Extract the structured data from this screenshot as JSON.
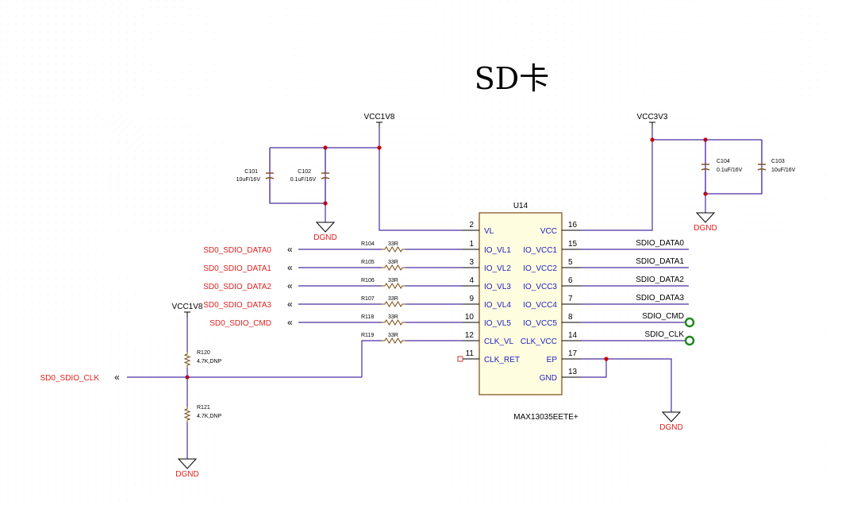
{
  "title": "SD卡",
  "colors": {
    "wire": "#4a2fa0",
    "net_label": "#e02020",
    "component": "#7a4a10",
    "pin_name": "#2020c0",
    "text": "#000000",
    "junction": "#cc0000",
    "body_fill": "#fffde0",
    "nc_pin": "#cc3333",
    "test_point": "#1f8a1f"
  },
  "power": {
    "vcc1v8_top": "VCC1V8",
    "vcc3v3": "VCC3V3",
    "vcc1v8_left": "VCC1V8",
    "dgnd_caps_left": "DGND",
    "dgnd_caps_right": "DGND",
    "dgnd_ic": "DGND",
    "dgnd_bottom": "DGND"
  },
  "capacitors": {
    "c101": {
      "ref": "C101",
      "value": "10uF/16V"
    },
    "c102": {
      "ref": "C102",
      "value": "0.1uF/16V"
    },
    "c104": {
      "ref": "C104",
      "value": "0.1uF/16V"
    },
    "c103": {
      "ref": "C103",
      "value": "10uF/16V"
    }
  },
  "series_resistors": [
    {
      "ref": "R104",
      "value": "33R",
      "net": "SD0_SDIO_DATA0"
    },
    {
      "ref": "R105",
      "value": "33R",
      "net": "SD0_SDIO_DATA1"
    },
    {
      "ref": "R106",
      "value": "33R",
      "net": "SD0_SDIO_DATA2"
    },
    {
      "ref": "R107",
      "value": "33R",
      "net": "SD0_SDIO_DATA3"
    },
    {
      "ref": "R118",
      "value": "33R",
      "net": "SD0_SDIO_CMD"
    },
    {
      "ref": "R119",
      "value": "33R",
      "net": ""
    }
  ],
  "pull_resistors": {
    "r120": {
      "ref": "R120",
      "value": "4.7K,DNP"
    },
    "r121": {
      "ref": "R121",
      "value": "4.7K,DNP"
    }
  },
  "clk_net": "SD0_SDIO_CLK",
  "ic": {
    "ref": "U14",
    "part": "MAX13035EETE+",
    "left_pins": [
      {
        "num": "2",
        "name": "VL"
      },
      {
        "num": "1",
        "name": "IO_VL1"
      },
      {
        "num": "3",
        "name": "IO_VL2"
      },
      {
        "num": "4",
        "name": "IO_VL3"
      },
      {
        "num": "9",
        "name": "IO_VL4"
      },
      {
        "num": "10",
        "name": "IO_VL5"
      },
      {
        "num": "12",
        "name": "CLK_VL"
      },
      {
        "num": "11",
        "name": "CLK_RET"
      }
    ],
    "right_pins": [
      {
        "num": "16",
        "name": "VCC",
        "net": ""
      },
      {
        "num": "15",
        "name": "IO_VCC1",
        "net": "SDIO_DATA0"
      },
      {
        "num": "5",
        "name": "IO_VCC2",
        "net": "SDIO_DATA1"
      },
      {
        "num": "6",
        "name": "IO_VCC3",
        "net": "SDIO_DATA2"
      },
      {
        "num": "7",
        "name": "IO_VCC4",
        "net": "SDIO_DATA3"
      },
      {
        "num": "8",
        "name": "IO_VCC5",
        "net": "SDIO_CMD"
      },
      {
        "num": "14",
        "name": "CLK_VCC",
        "net": "SDIO_CLK"
      },
      {
        "num": "17",
        "name": "EP",
        "net": ""
      },
      {
        "num": "13",
        "name": "GND",
        "net": ""
      }
    ]
  }
}
